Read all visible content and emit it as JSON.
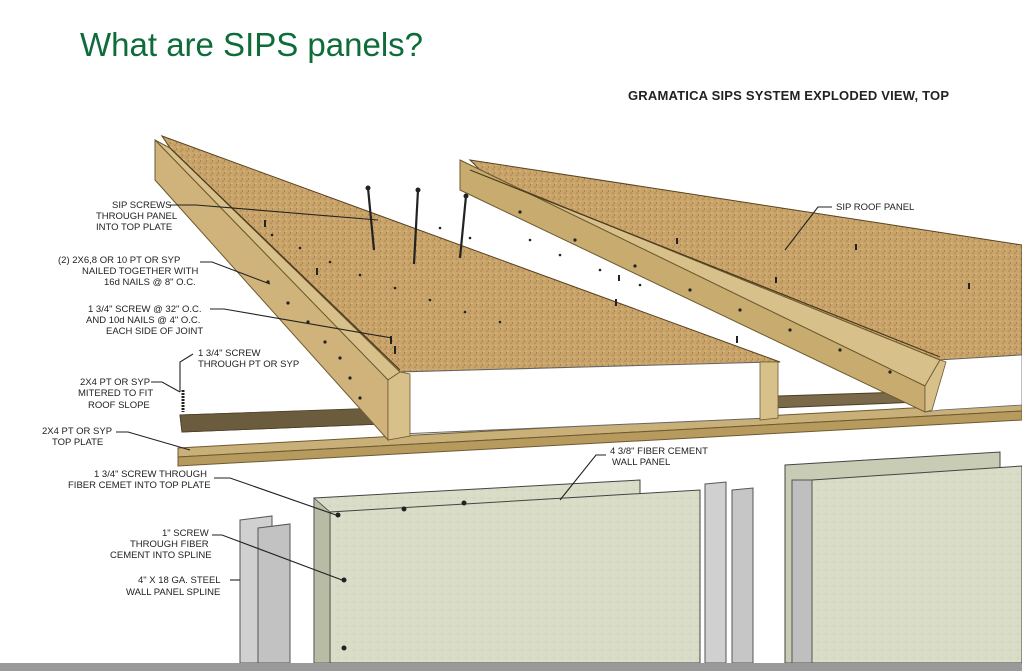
{
  "slide": {
    "title": "What are SIPS panels?"
  },
  "diagram": {
    "title": "GRAMATICA SIPS SYSTEM EXPLODED VIEW, TOP",
    "labels": {
      "sip_screws": [
        "SIP SCREWS",
        "THROUGH PANEL",
        "INTO TOP PLATE"
      ],
      "nailed_plates": [
        "(2) 2X6,8 OR 10  PT OR SYP",
        "NAILED TOGETHER WITH",
        "16d NAILS @ 8\" O.C."
      ],
      "screw_32": [
        "1 3/4\" SCREW @ 32\" O.C.",
        "AND 10d NAILS @ 4\" O.C.",
        "EACH SIDE OF JOINT"
      ],
      "screw_pt": [
        "1 3/4\" SCREW",
        "THROUGH PT OR SYP"
      ],
      "mitered": [
        "2X4 PT OR SYP",
        "MITERED TO FIT",
        "ROOF SLOPE"
      ],
      "top_plate": [
        "2X4 PT OR SYP",
        "TOP PLATE"
      ],
      "screw_fiber": [
        "1 3/4\" SCREW THROUGH",
        "FIBER CEMET INTO TOP PLATE"
      ],
      "screw_spline": [
        "1\" SCREW",
        "THROUGH FIBER",
        "CEMENT INTO SPLINE"
      ],
      "steel_spline": [
        "4\" X 18 GA. STEEL",
        "WALL PANEL SPLINE"
      ],
      "roof_panel": [
        "SIP ROOF PANEL"
      ],
      "wall_panel": [
        "4 3/8\" FIBER CEMENT",
        "WALL PANEL"
      ]
    },
    "colors": {
      "osb": "#c9a46a",
      "lumber": "#d8c08a",
      "fiber_cement": "#d9dcc6",
      "steel": "#c8c8c8",
      "title_green": "#0e6b3a"
    }
  }
}
